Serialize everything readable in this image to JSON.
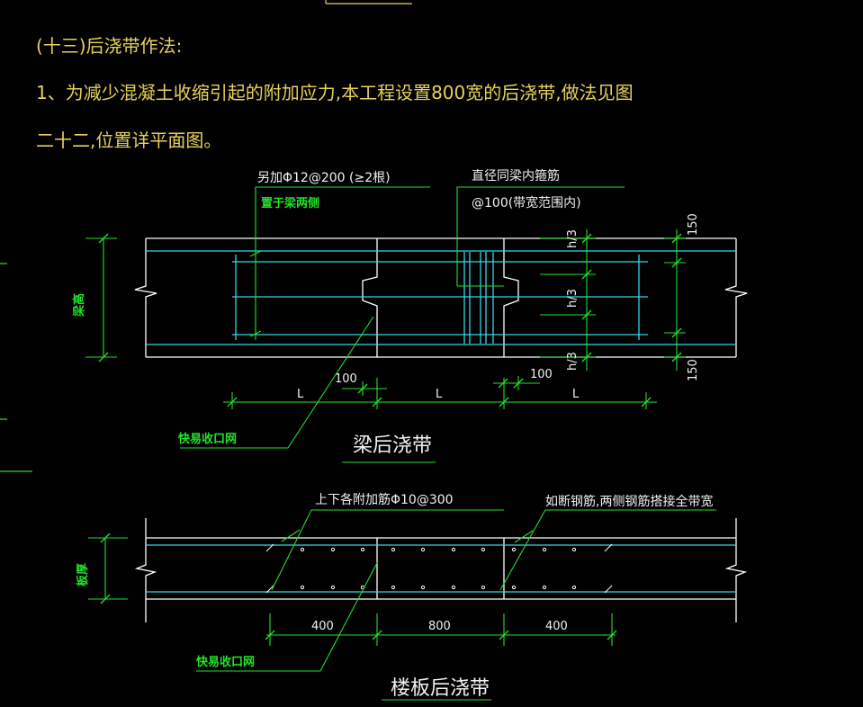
{
  "colors": {
    "background": "#000000",
    "structure": "#ffffff",
    "rebar": "#36d6e6",
    "leader": "#22e22a",
    "note_text": "#e6d25a",
    "dimension": "#22e22a"
  },
  "notes": {
    "heading": "(十三)后浇带作法:",
    "line1": "1、为减少混凝土收缩引起的附加应力,本工程设置800宽的后浇带,做法见图",
    "line2": "二十二,位置详平面图。"
  },
  "beam": {
    "title": "梁后浇带",
    "extra_bar": "另加Φ12@200 (≥2根)",
    "extra_bar_side": "置于梁两侧",
    "stirrup_label": "直径同梁内箍筋",
    "stirrup_spacing": "@100(带宽范围内)",
    "height_label": "梁高",
    "mesh_label": "快易收口网",
    "dim_L": "L",
    "dim_100": "100",
    "dim_h3": "h/3",
    "dim_150": "150"
  },
  "slab": {
    "title": "楼板后浇带",
    "extra_bar": "上下各附加筋Φ10@300",
    "cut_note": "如断钢筋,两侧钢筋搭接全带宽",
    "thickness_label": "板厚",
    "mesh_label": "快易收口网",
    "dim_400_left": "400",
    "dim_800": "800",
    "dim_400_right": "400"
  }
}
